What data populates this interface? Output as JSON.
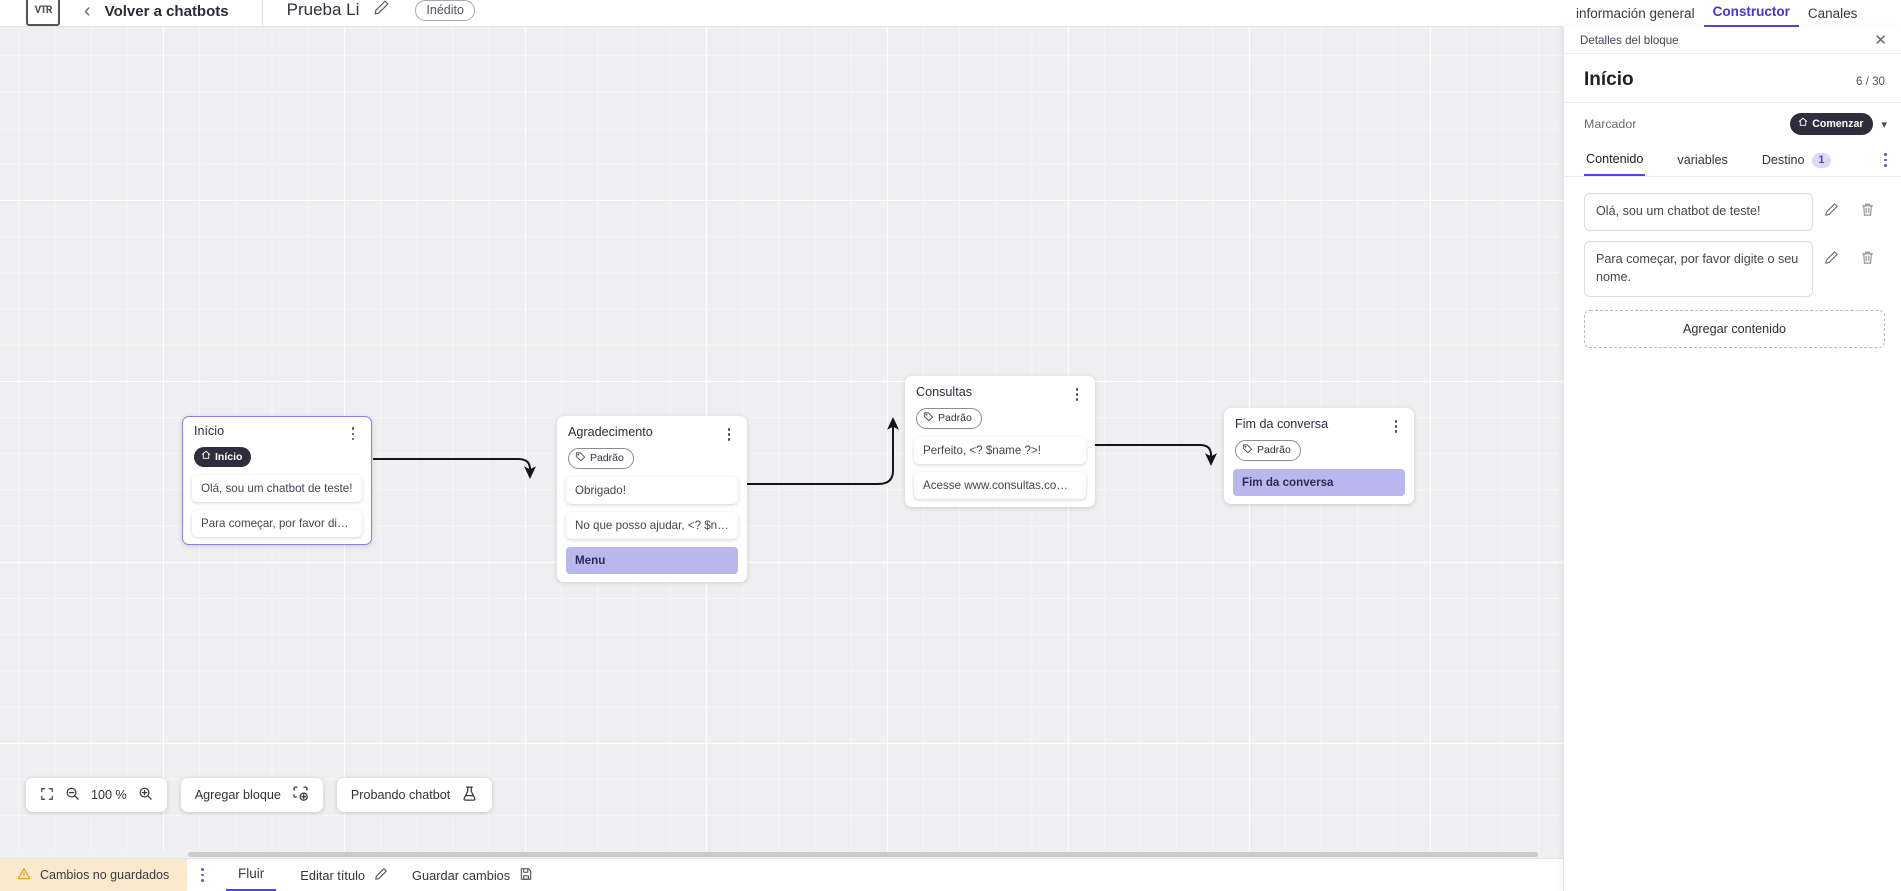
{
  "header": {
    "logo_text": "VTR",
    "back_label": "Volver a chatbots",
    "doc_title": "Prueba Li",
    "edit_icon": "pencil-icon",
    "status_badge": "Inédito"
  },
  "right_tabs": [
    {
      "label": "información general",
      "active": false
    },
    {
      "label": "Constructor",
      "active": true
    },
    {
      "label": "Canales",
      "active": false
    }
  ],
  "canvas": {
    "nodes": [
      {
        "id": "inicio",
        "title": "Início",
        "chip": {
          "label": "Início",
          "style": "dark",
          "icon": "home-icon"
        },
        "selected": true,
        "messages": [
          {
            "text": "Olá, sou um chatbot de teste!",
            "style": "plain"
          },
          {
            "text": "Para começar, por favor digite o ...",
            "style": "plain"
          }
        ]
      },
      {
        "id": "agradecimento",
        "title": "Agradecimento",
        "chip": {
          "label": "Padrão",
          "style": "outline",
          "icon": "tag-icon"
        },
        "selected": false,
        "messages": [
          {
            "text": "Obrigado!",
            "style": "plain"
          },
          {
            "text": "No que posso ajudar, <? $name ...",
            "style": "plain"
          },
          {
            "text": "Menu",
            "style": "lavender"
          }
        ]
      },
      {
        "id": "consultas",
        "title": "Consultas",
        "chip": {
          "label": "Padrão",
          "style": "outline",
          "icon": "tag-icon"
        },
        "selected": false,
        "messages": [
          {
            "text": "Perfeito, <? $name ?>!",
            "style": "plain"
          },
          {
            "text": "Acesse www.consultas.com par...",
            "style": "plain"
          }
        ]
      },
      {
        "id": "fim",
        "title": "Fim da conversa",
        "chip": {
          "label": "Padrão",
          "style": "outline",
          "icon": "tag-icon"
        },
        "selected": false,
        "messages": [
          {
            "text": "Fim da conversa",
            "style": "lavender"
          }
        ]
      }
    ]
  },
  "float_toolbar": {
    "fit_icon": "fit-screen-icon",
    "zoom_out_icon": "zoom-out-icon",
    "zoom_level": "100 %",
    "zoom_in_icon": "zoom-in-icon",
    "add_block_label": "Agregar bloque",
    "add_block_icon": "add-block-icon",
    "test_label": "Probando chatbot",
    "test_icon": "flask-icon"
  },
  "status_bar": {
    "unsaved_label": "Cambios no guardados",
    "warning_icon": "warning-triangle-icon",
    "kebab_icon": "kebab-menu-icon",
    "flow_tab": "Fluir",
    "edit_title_label": "Editar título",
    "edit_title_icon": "pencil-icon",
    "save_label": "Guardar cambios",
    "save_icon": "save-disk-icon"
  },
  "panel": {
    "header_title": "Detalles del bloque",
    "close_icon": "close-icon",
    "block_title": "Início",
    "counter": "6 / 30",
    "marker_label": "Marcador",
    "marker_chip": "Comenzar",
    "marker_chip_icon": "home-icon",
    "marker_dropdown_icon": "chevron-down-icon",
    "tabs": [
      {
        "label": "Contenido",
        "active": true,
        "count": null
      },
      {
        "label": "variables",
        "active": false,
        "count": null
      },
      {
        "label": "Destino",
        "active": false,
        "count": "1"
      }
    ],
    "tabs_kebab_icon": "kebab-menu-icon",
    "content_items": [
      {
        "text": "Olá, sou um chatbot de teste!",
        "edit_icon": "pencil-icon",
        "delete_icon": "trash-icon"
      },
      {
        "text": "Para começar, por favor digite o seu nome.",
        "edit_icon": "pencil-icon",
        "delete_icon": "trash-icon"
      }
    ],
    "add_content_label": "Agregar contenido"
  },
  "colors": {
    "accent": "#4f46e5",
    "lavender": "#b9b7ee",
    "dark_chip": "#2f2d3b",
    "warning_bg": "#fbe9cd",
    "canvas_bg": "#efeff1"
  }
}
